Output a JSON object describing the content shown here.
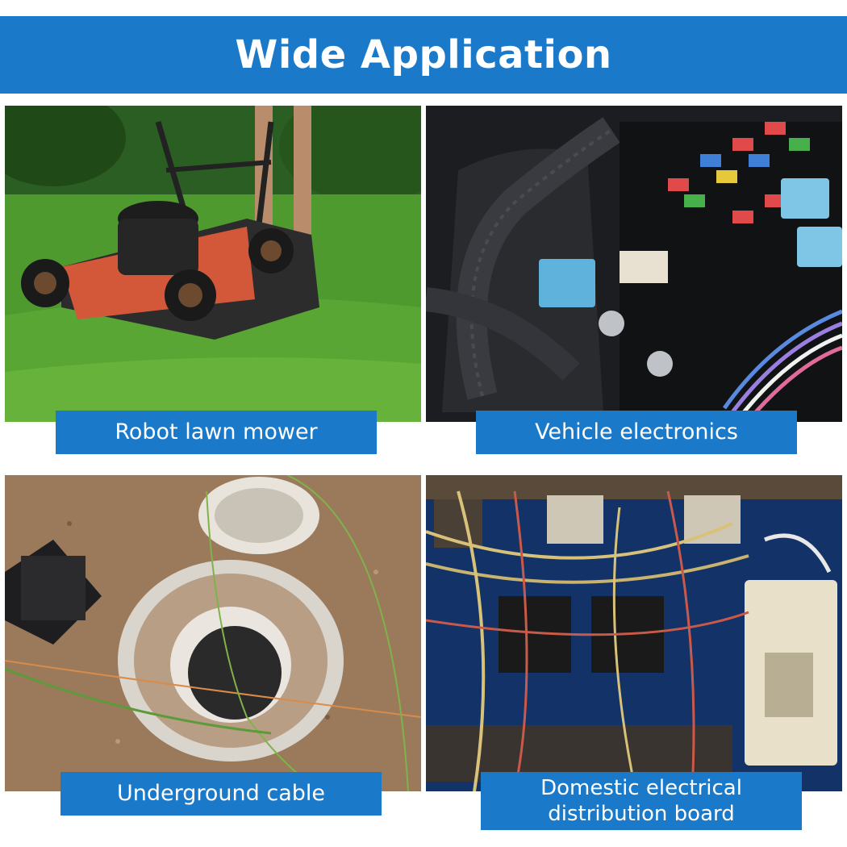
{
  "header": {
    "title": "Wide Application"
  },
  "applications": [
    {
      "label": "Robot lawn mower",
      "image": "lawn-mower-photo"
    },
    {
      "label": "Vehicle electronics",
      "image": "fuse-box-photo"
    },
    {
      "label": "Underground cable",
      "image": "underground-cable-photo"
    },
    {
      "label": "Domestic electrical distribution board",
      "image": "distribution-board-photo"
    }
  ],
  "colors": {
    "accent": "#1b79c9",
    "text_on_accent": "#ffffff"
  }
}
